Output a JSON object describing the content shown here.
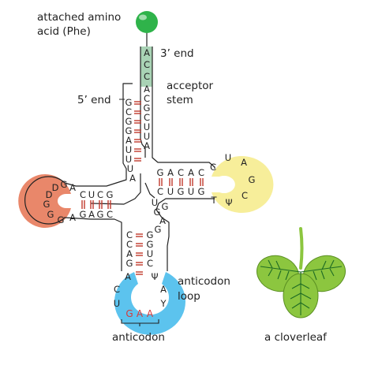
{
  "labels": {
    "amino_line1": "attached amino",
    "amino_line2": "acid (Phe)",
    "three_prime": "3’ end",
    "five_prime": "5’ end",
    "acceptor_line1": "acceptor",
    "acceptor_line2": "stem",
    "anticodon_loop_line1": "anticodon",
    "anticodon_loop_line2": "loop",
    "anticodon": "anticodon",
    "cloverleaf": "a cloverleaf"
  },
  "colors": {
    "amino_acid": "#2fb34a",
    "acceptor_end": "#a9d3b5",
    "d_loop": "#e9876a",
    "t_loop": "#f7ee9a",
    "anticodon_loop": "#5cc3ee",
    "base_pair": "#c0392b",
    "leaf": "#8cc63f",
    "leaf_vein": "#1e6b24"
  },
  "sequences": {
    "acceptor_3prime_end": [
      "A",
      "C",
      "C"
    ],
    "acceptor_stem_3prime": [
      "A",
      "C",
      "G",
      "C",
      "U",
      "U",
      "A"
    ],
    "acceptor_stem_5prime": [
      "G",
      "C",
      "G",
      "G",
      "A",
      "U",
      "U"
    ],
    "acceptor_connector": [
      "U",
      "A"
    ],
    "d_stem_top": [
      "C",
      "U",
      "C",
      "G"
    ],
    "d_stem_bottom": [
      "G",
      "A",
      "G",
      "C"
    ],
    "d_loop": [
      "A",
      "G",
      "D",
      "D",
      "G",
      "G",
      "G",
      "A"
    ],
    "t_stem_top": [
      "G",
      "A",
      "C",
      "A",
      "C"
    ],
    "t_stem_bottom": [
      "C",
      "U",
      "G",
      "U",
      "G"
    ],
    "t_loop": [
      "C",
      "U",
      "A",
      "G",
      "C",
      "Ψ",
      "T"
    ],
    "variable_loop": [
      "U",
      "G",
      "A",
      "G",
      "G"
    ],
    "anticodon_stem_5prime": [
      "C",
      "C",
      "A",
      "G",
      "A"
    ],
    "anticodon_stem_3prime": [
      "G",
      "G",
      "U",
      "C",
      "Ψ"
    ],
    "anticodon_loop_sides": [
      "C",
      "U",
      "A",
      "Y"
    ],
    "anticodon": [
      "G",
      "A",
      "A"
    ]
  }
}
